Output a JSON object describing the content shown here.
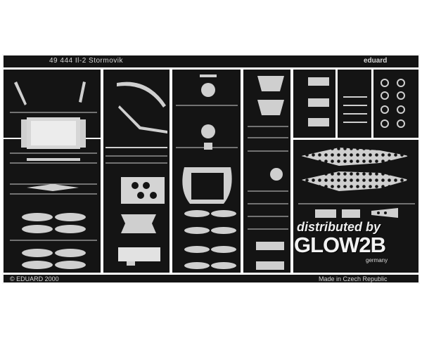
{
  "fret": {
    "header": "49 444  Il-2 Stormovik",
    "brand": "eduard",
    "copyright": "© EDUARD 2000",
    "origin": "Made in Czech Republic",
    "colors": {
      "background": "#141414",
      "metal": "#cfcfcf",
      "border": "#ffffff"
    }
  },
  "watermark": {
    "line1": "distributed by",
    "line2": "GLOW2B",
    "line3": "germany"
  }
}
